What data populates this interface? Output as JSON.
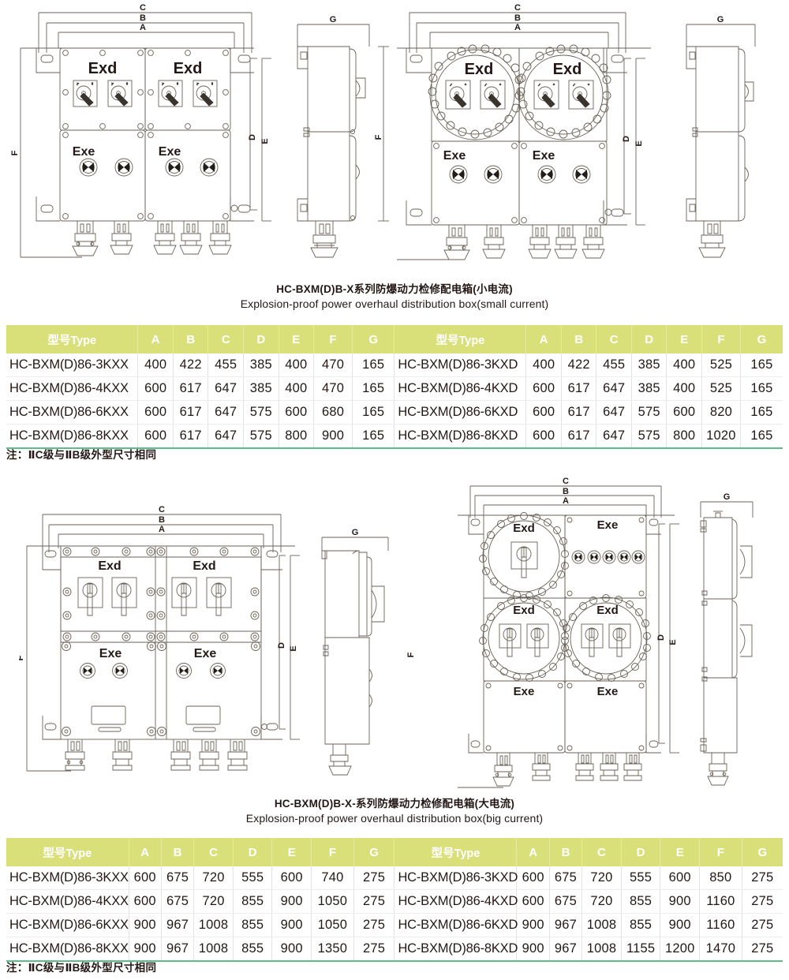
{
  "sections": [
    {
      "caption_cn": "HC-BXM(D)B-X系列防爆动力检修配电箱(小电流)",
      "caption_en": "Explosion-proof power overhaul distribution box(small current)",
      "note": "注：ⅡC级与ⅡB级外型尺寸相同",
      "table": {
        "headers_left": [
          "型号Type",
          "A",
          "B",
          "C",
          "D",
          "E",
          "F",
          "G"
        ],
        "headers_right": [
          "型号Type",
          "A",
          "B",
          "C",
          "D",
          "E",
          "F",
          "G"
        ],
        "rows_left": [
          [
            "HC-BXM(D)86-3KXX",
            "400",
            "422",
            "455",
            "385",
            "400",
            "470",
            "165"
          ],
          [
            "HC-BXM(D)86-4KXX",
            "600",
            "617",
            "647",
            "385",
            "400",
            "470",
            "165"
          ],
          [
            "HC-BXM(D)86-6KXX",
            "600",
            "617",
            "647",
            "575",
            "600",
            "680",
            "165"
          ],
          [
            "HC-BXM(D)86-8KXX",
            "600",
            "617",
            "647",
            "575",
            "800",
            "900",
            "165"
          ]
        ],
        "rows_right": [
          [
            "HC-BXM(D)86-3KXD",
            "400",
            "422",
            "455",
            "385",
            "400",
            "525",
            "165"
          ],
          [
            "HC-BXM(D)86-4KXD",
            "600",
            "617",
            "647",
            "385",
            "400",
            "525",
            "165"
          ],
          [
            "HC-BXM(D)86-6KXD",
            "600",
            "617",
            "647",
            "575",
            "600",
            "820",
            "165"
          ],
          [
            "HC-BXM(D)86-8KXD",
            "600",
            "617",
            "647",
            "575",
            "800",
            "1020",
            "165"
          ]
        ]
      },
      "drawings": {
        "front_labels": [
          "Exd",
          "Exd",
          "Exe",
          "Exe"
        ],
        "dimension_labels": [
          "A",
          "B",
          "C",
          "D",
          "E",
          "F",
          "G"
        ]
      }
    },
    {
      "caption_cn": "HC-BXM(D)B-X-系列防爆动力检修配电箱(大电流)",
      "caption_en": "Explosion-proof power overhaul distribution box(big current)",
      "note": "注：ⅡC级与ⅡB级外型尺寸相同",
      "table": {
        "headers_left": [
          "型号Type",
          "A",
          "B",
          "C",
          "D",
          "E",
          "F",
          "G"
        ],
        "headers_right": [
          "型号Type",
          "A",
          "B",
          "C",
          "D",
          "E",
          "F",
          "G"
        ],
        "rows_left": [
          [
            "HC-BXM(D)86-3KXX",
            "600",
            "675",
            "720",
            "555",
            "600",
            "740",
            "275"
          ],
          [
            "HC-BXM(D)86-4KXX",
            "600",
            "675",
            "720",
            "855",
            "900",
            "1050",
            "275"
          ],
          [
            "HC-BXM(D)86-6KXX",
            "900",
            "967",
            "1008",
            "855",
            "900",
            "1050",
            "275"
          ],
          [
            "HC-BXM(D)86-8KXX",
            "900",
            "967",
            "1008",
            "855",
            "900",
            "1350",
            "275"
          ]
        ],
        "rows_right": [
          [
            "HC-BXM(D)86-3KXD",
            "600",
            "675",
            "720",
            "555",
            "600",
            "850",
            "275"
          ],
          [
            "HC-BXM(D)86-4KXD",
            "600",
            "675",
            "720",
            "855",
            "900",
            "1160",
            "275"
          ],
          [
            "HC-BXM(D)86-6KXD",
            "900",
            "967",
            "1008",
            "855",
            "900",
            "1160",
            "275"
          ],
          [
            "HC-BXM(D)86-8KXD",
            "900",
            "967",
            "1008",
            "1155",
            "1200",
            "1470",
            "275"
          ]
        ]
      },
      "drawings": {
        "front_labels": [
          "Exd",
          "Exd",
          "Exe",
          "Exe"
        ],
        "dimension_labels": [
          "A",
          "B",
          "C",
          "D",
          "E",
          "F",
          "G"
        ]
      }
    }
  ],
  "drawing_labels": {
    "exd": "Exd",
    "exe": "Exe",
    "A": "A",
    "B": "B",
    "C": "C",
    "D": "D",
    "E": "E",
    "F": "F",
    "G": "G"
  },
  "colors": {
    "header_bg": "#d9e07a",
    "header_text": "#ffffff",
    "table_bottom_rule": "#5ebb8a",
    "line": "#6b6257",
    "text": "#231815"
  }
}
